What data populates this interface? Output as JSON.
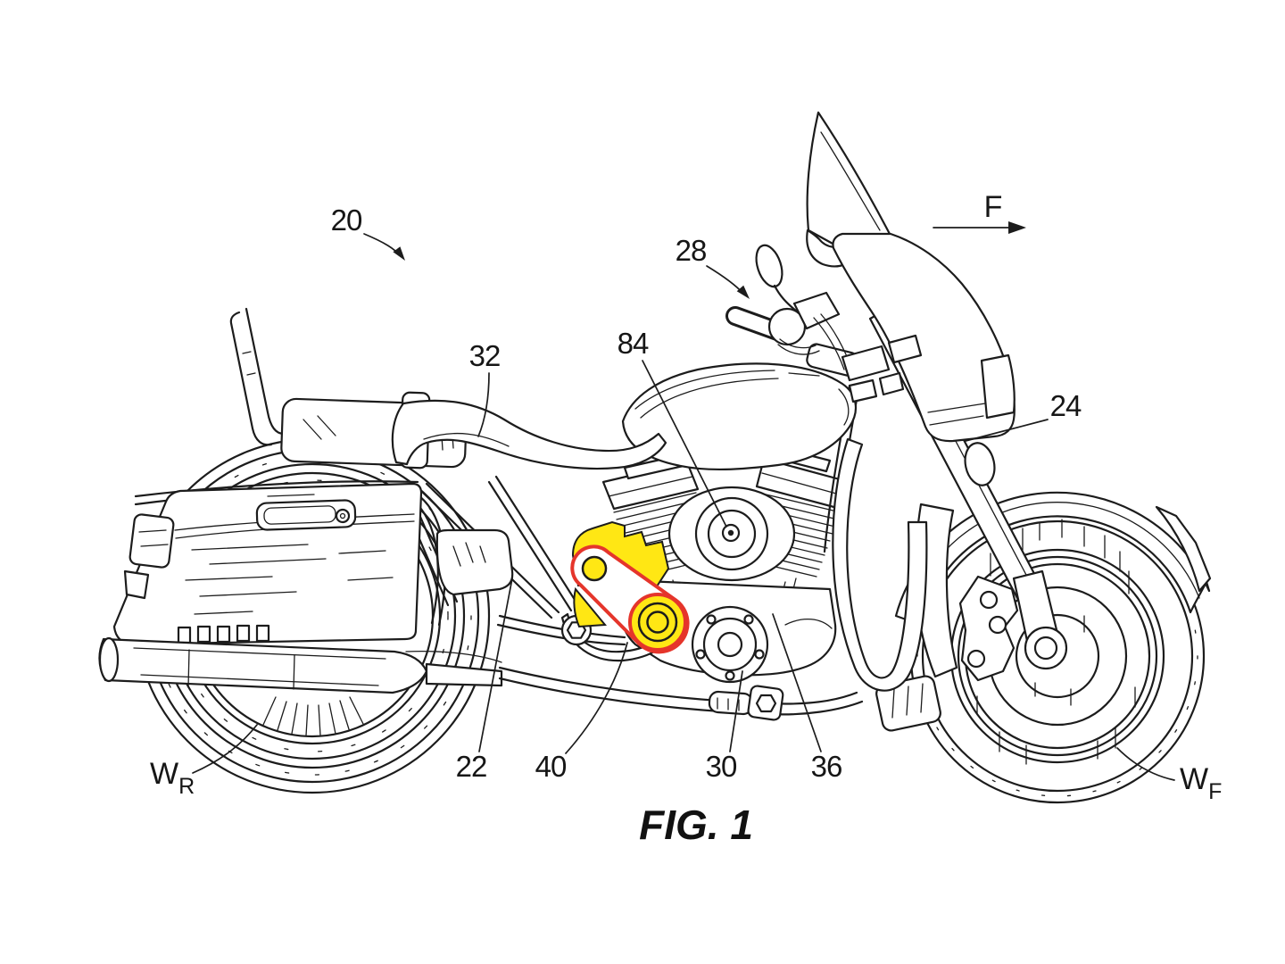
{
  "figure": {
    "caption": "FIG. 1",
    "direction_label": "F",
    "reference_labels": [
      {
        "id": "ref-20",
        "text": "20"
      },
      {
        "id": "ref-28",
        "text": "28"
      },
      {
        "id": "ref-32",
        "text": "32"
      },
      {
        "id": "ref-84",
        "text": "84"
      },
      {
        "id": "ref-24",
        "text": "24"
      },
      {
        "id": "ref-22",
        "text": "22"
      },
      {
        "id": "ref-40",
        "text": "40"
      },
      {
        "id": "ref-30",
        "text": "30"
      },
      {
        "id": "ref-36",
        "text": "36"
      }
    ],
    "wheel_labels": [
      {
        "id": "wheel-rear",
        "base": "W",
        "sub": "R"
      },
      {
        "id": "wheel-front",
        "base": "W",
        "sub": "F"
      }
    ],
    "colors": {
      "line": "#1c1c1c",
      "background": "#ffffff",
      "highlight_fill": "#FFE714",
      "highlight_stroke": "#E5352B"
    }
  }
}
